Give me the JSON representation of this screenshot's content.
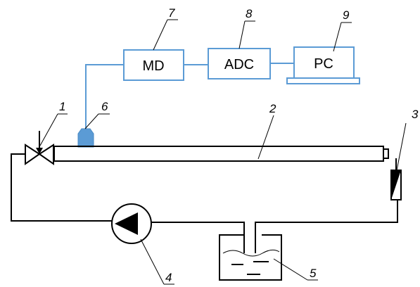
{
  "blocks": {
    "md": "MD",
    "adc": "ADC",
    "pc": "PC"
  },
  "labels": {
    "n1": "1",
    "n2": "2",
    "n3": "3",
    "n4": "4",
    "n5": "5",
    "n6": "6",
    "n7": "7",
    "n8": "8",
    "n9": "9"
  },
  "colors": {
    "signal_line": "#5b9bd5",
    "sensor": "#5b9bd5",
    "hydraulic_line": "#000000"
  }
}
